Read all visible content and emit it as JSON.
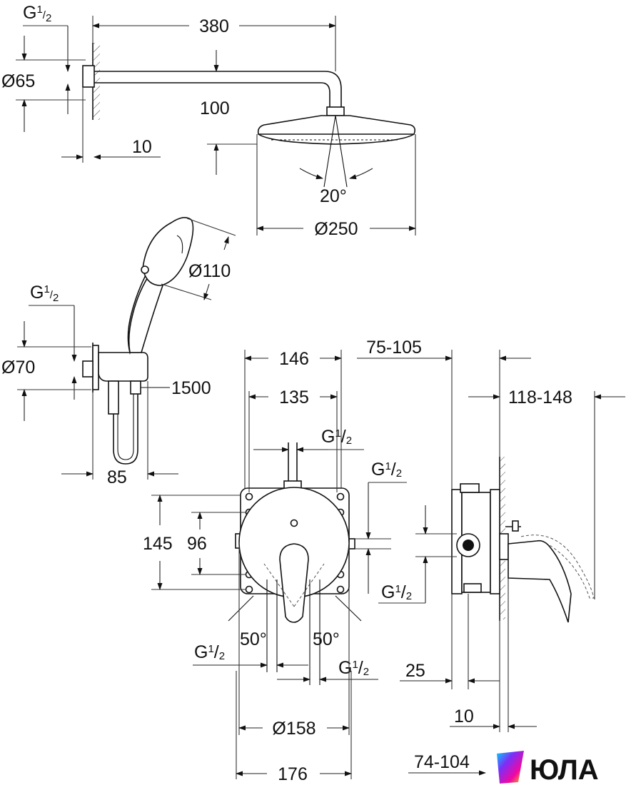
{
  "shower_head": {
    "thread_label": "G",
    "thread_sup": "1",
    "thread_sub": "2",
    "arm_length": "380",
    "flange_dia": "Ø65",
    "drop": "100",
    "wall_gap": "10",
    "tilt_angle": "20°",
    "head_dia": "Ø250"
  },
  "hand_shower": {
    "thread_label": "G",
    "thread_sup": "1",
    "thread_sub": "2",
    "head_dia": "Ø110",
    "outlet_dia": "Ø70",
    "hose_length": "1500",
    "projection": "85"
  },
  "mixer_front": {
    "plate_width": "146",
    "box_width": "135",
    "top_thread_label": "G",
    "top_thread_sup": "1",
    "top_thread_sub": "2",
    "height": "145",
    "inner_height": "96",
    "angle_left": "50°",
    "angle_right": "50°",
    "bottom_thread_left_label": "G",
    "bottom_thread_left_sup": "1",
    "bottom_thread_left_sub": "2",
    "bottom_thread_right_label": "G",
    "bottom_thread_right_sup": "1",
    "bottom_thread_right_sub": "2",
    "rosette_dia": "Ø158",
    "overall_width": "176"
  },
  "mixer_side": {
    "install_depth": "75-105",
    "projection": "118-148",
    "right_thread_upper_label": "G",
    "right_thread_upper_sup": "1",
    "right_thread_upper_sub": "2",
    "right_thread_lower_label": "G",
    "right_thread_lower_sup": "1",
    "right_thread_lower_sub": "2",
    "offset": "25",
    "gap": "10",
    "depth_range": "74-104"
  },
  "brand": {
    "name": "ЮЛА",
    "logo_icon": "yula-gradient-logo-icon",
    "colors": [
      "#7b2ff7",
      "#f107a3",
      "#00d4ff",
      "#ffd200"
    ]
  }
}
